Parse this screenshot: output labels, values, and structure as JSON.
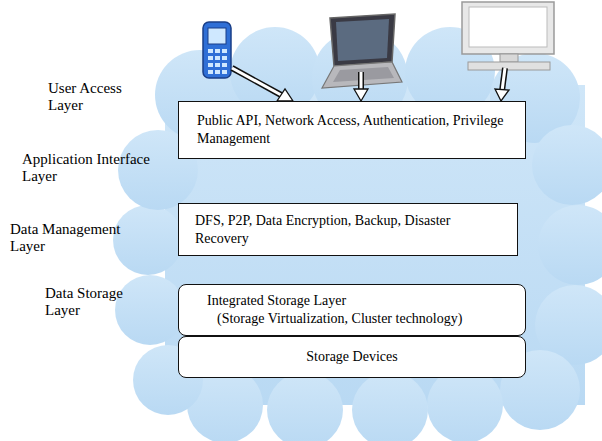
{
  "diagram": {
    "nodes": [
      {
        "text": [
          "Public API, Network Access, Authentication, Privilege Management"
        ]
      },
      {
        "text": [
          "DFS, P2P, Data Encryption, Backup, Disaster Recovery"
        ]
      },
      {
        "text": [
          "Integrated Storage Layer",
          "(Storage Virtualization, Cluster technology)"
        ]
      },
      {
        "text": [
          "Storage Devices"
        ]
      }
    ],
    "labels": [
      "User Access Layer",
      "Application Interface Layer",
      "Data Management Layer",
      "Data Storage Layer"
    ]
  }
}
